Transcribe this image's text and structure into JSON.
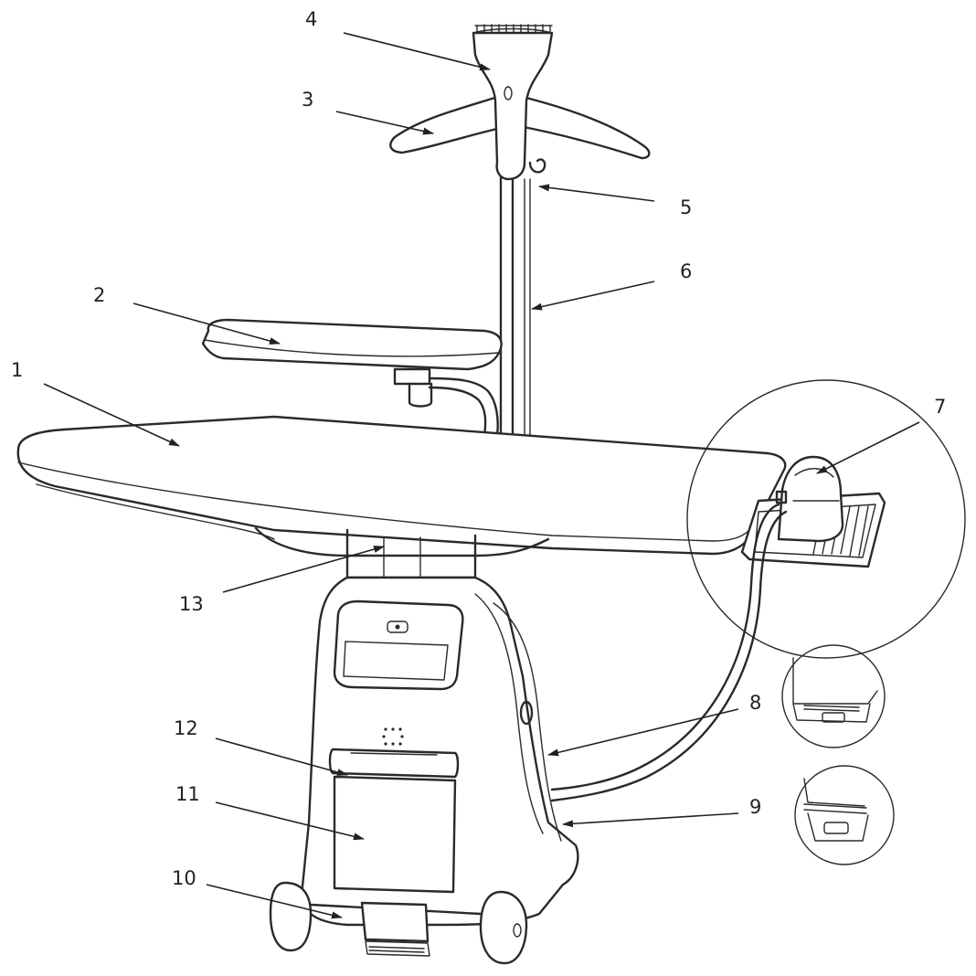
{
  "callouts": [
    {
      "id": "1",
      "text": "1"
    },
    {
      "id": "2",
      "text": "2"
    },
    {
      "id": "3",
      "text": "3"
    },
    {
      "id": "4",
      "text": "4"
    },
    {
      "id": "5",
      "text": "5"
    },
    {
      "id": "6",
      "text": "6"
    },
    {
      "id": "7",
      "text": "7"
    },
    {
      "id": "8",
      "text": "8"
    },
    {
      "id": "9",
      "text": "9"
    },
    {
      "id": "10",
      "text": "10"
    },
    {
      "id": "11",
      "text": "11"
    },
    {
      "id": "12",
      "text": "12"
    },
    {
      "id": "13",
      "text": "13"
    }
  ],
  "colors": {
    "line": "#2a2a2a",
    "background": "#ffffff"
  }
}
